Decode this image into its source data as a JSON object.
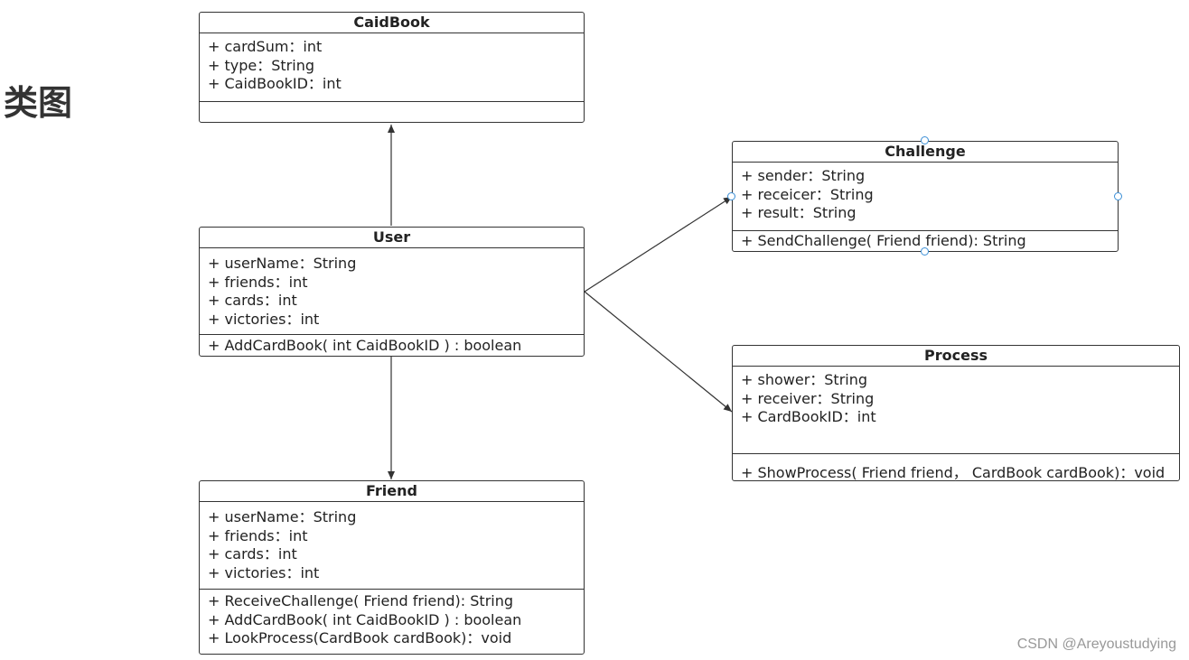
{
  "heading": "类图",
  "watermark": "CSDN @Areyoustudying",
  "classes": {
    "caidbook": {
      "name": "CaidBook",
      "attributes": [
        "+ cardSum：int",
        "+ type：String",
        "+ CaidBookID：int"
      ],
      "methods": []
    },
    "user": {
      "name": "User",
      "attributes": [
        "+ userName：String",
        "+ friends：int",
        "+ cards：int",
        "+ victories：int"
      ],
      "methods": [
        "+ AddCardBook( int CaidBookID ) : boolean"
      ]
    },
    "friend": {
      "name": "Friend",
      "attributes": [
        "+ userName：String",
        "+ friends：int",
        "+ cards：int",
        "+ victories：int"
      ],
      "methods": [
        "+ ReceiveChallenge( Friend friend): String",
        "+ AddCardBook( int CaidBookID ) : boolean",
        "+ LookProcess(CardBook cardBook)：void"
      ]
    },
    "challenge": {
      "name": "Challenge",
      "attributes": [
        "+ sender：String",
        "+ receicer：String",
        "+ result：String"
      ],
      "methods": [
        "+ SendChallenge( Friend friend): String"
      ]
    },
    "process": {
      "name": "Process",
      "attributes": [
        "+ shower：String",
        "+ receiver：String",
        "+ CardBookID：int"
      ],
      "methods": [
        "+ ShowProcess( Friend friend， CardBook cardBook)：void"
      ]
    }
  },
  "relations": [
    {
      "from": "User",
      "to": "CaidBook"
    },
    {
      "from": "User",
      "to": "Friend"
    },
    {
      "from": "User",
      "to": "Challenge"
    },
    {
      "from": "User",
      "to": "Process"
    }
  ],
  "colors": {
    "border": "#333333",
    "handle": "#3b8fd6",
    "watermark": "#999999"
  }
}
